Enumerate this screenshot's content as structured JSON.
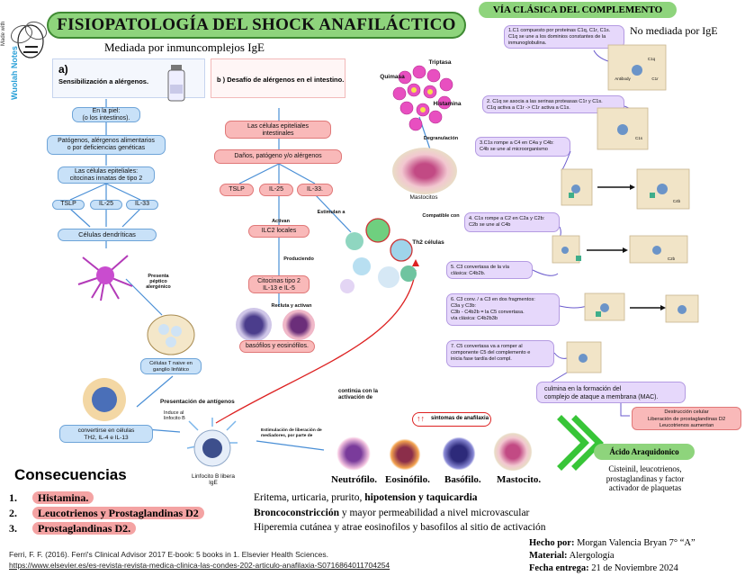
{
  "header": {
    "title": "FISIOPATOLOGÍA DEL SHOCK ANAFILÁCTICO",
    "via_clasica": "VÍA CLÁSICA DEL COMPLEMENTO",
    "subtitle_ige": "Mediada por inmuncomplejos IgE",
    "no_mediada": "No mediada por IgE",
    "logo_text": "Made with",
    "logo_brand": "Wuolah Notes"
  },
  "left_flow": {
    "a_label": "a)",
    "a_text": "Sensibilización a alérgenos.",
    "steps": [
      "En la piel:\n(o los intestinos).",
      "Patógenos, alérgenos alimentarios\no por deficiencias genéticas",
      "Las células epiteliales:\ncitocinas innatas de tipo 2"
    ],
    "cytokines": [
      "TSLP",
      "IL-25",
      "IL-33"
    ],
    "dendritic": "Células dendríticas",
    "presenta": "Presenta\npéptico\nalergénico",
    "celulas_t": "Células T naive en\nganglio linfático",
    "convertirse": "convertirse en células\nTH2, IL-4 e IL-13",
    "presentacion": "Presentación de antígenos",
    "induce": "Induce al\nlinfocito B",
    "linfocito": "Linfocito B libera\nIgE"
  },
  "mid_flow": {
    "b_text": "b ) Desafío de alérgenos en el intestino.",
    "epiteliales": "Las células epiteliales\nintestinales",
    "danos": "Daños, patógeno y/o alérgenos",
    "cytokines": [
      "TSLP",
      "IL-25",
      "IL-33."
    ],
    "activan": "Activan",
    "ilc2": "ILC2 locales",
    "estimulan": "Estimulan a",
    "produciendo": "Produciendo",
    "citocinas": "Citocinas tipo 2\nIL-13 e IL-5",
    "recluta": "Recluta y activan",
    "basofilos": "basófilos y eosinófilos.",
    "quimasa": "Quimasa",
    "triptasa": "Triptasa",
    "histamina": "Histamina",
    "degranulacion": "Degranulación",
    "mastocitos": "Mastocitos",
    "compatible": "Compatible con",
    "th2": "Th2 células",
    "continua": "continúa con la\nactivación de",
    "estimulacion": "Estimulación de liberación de\nmediadores, por parte de",
    "sintomas": "sintomas de anafilaxia",
    "cells": [
      "Neutrófilo.",
      "Eosinófilo.",
      "Basófilo.",
      "Mastocito."
    ]
  },
  "complemento": {
    "steps": [
      "1.C1 compuesto por proteinas C1q, C1r, C1s.\nC1q se une a los dominios constantes de la\ninmunoglobulina.",
      "2. C1q se asocia a las serinas proteasas C1r y C1s.\nC1q activa a C1r -> C1r activa a C1s.",
      "3.C1s rompe a C4 en C4a y C4b:\nC4b se une al microorganismo",
      "4. C1s rompe a C2 en C2a y C2b:\nC2b se une al C4b",
      "5. C3 convertasa de la vía\nclásica: C4b2b.",
      "6. C3 conv. / a C3 en dos fragmentos:\nC3a y C3b:\nC3b - C4b2b = la C5 convertasa.\nvía clásica: C4b2b3b",
      "7. C5 convertasa va a romper al\ncomponente C5 del complemento e\ninicia fase tardía del compl."
    ],
    "culmina": "culmina en la formación del\ncomplejo de ataque a membrana (MAC).",
    "destruccion": "Destrucción celular\nLiberación de prostaglandinas D2\nLeucotrienos aumentan",
    "acido": "Ácido Araquidonico",
    "cisteinil": "Cisteinil, leucotrienos,\nprostaglandinas y factor\nactivador de plaquetas",
    "labels": [
      "Antibody",
      "C1q",
      "C1r",
      "C1s",
      "C4b",
      "C2b"
    ]
  },
  "consecuencias": {
    "title": "Consecuencias",
    "items": [
      {
        "num": "1.",
        "name": "Histamina.",
        "effect_pre": "Eritema, urticaria, prurito, ",
        "effect_bold": "hipotension y taquicardia",
        "effect_post": ""
      },
      {
        "num": "2.",
        "name": "Leucotrienos y Prostaglandinas  D2",
        "effect_pre": "",
        "effect_bold": "Broncoconstricción",
        "effect_post": " y mayor permeabilidad a nivel microvascular"
      },
      {
        "num": "3.",
        "name": "Prostaglandinas D2.",
        "effect_pre": "Hiperemia cutánea y atrae eosinofilos y basofilos al sitio de activación",
        "effect_bold": "",
        "effect_post": ""
      }
    ]
  },
  "footer": {
    "ref1": "Ferri, F. F. (2016). Ferri's Clinical Advisor 2017 E-book: 5 books in 1. Elsevier Health Sciences.",
    "ref2": "https://www.elsevier.es/es-revista-revista-medica-clinica-las-condes-202-articulo-anafilaxia-S0716864011704254",
    "hecho_label": "Hecho por:",
    "hecho_value": " Morgan Valencia Bryan 7° “A”",
    "material_label": "Material:",
    "material_value": " Alergología",
    "fecha_label": "Fecha entrega:",
    "fecha_value": " 21 de Noviembre 2024"
  },
  "colors": {
    "green": "#8ed47c",
    "blue_pill": "#c8e1f8",
    "red_pill": "#f9b9b9",
    "purple_pill": "#e6d8fb",
    "arrow_green": "#38c538"
  }
}
